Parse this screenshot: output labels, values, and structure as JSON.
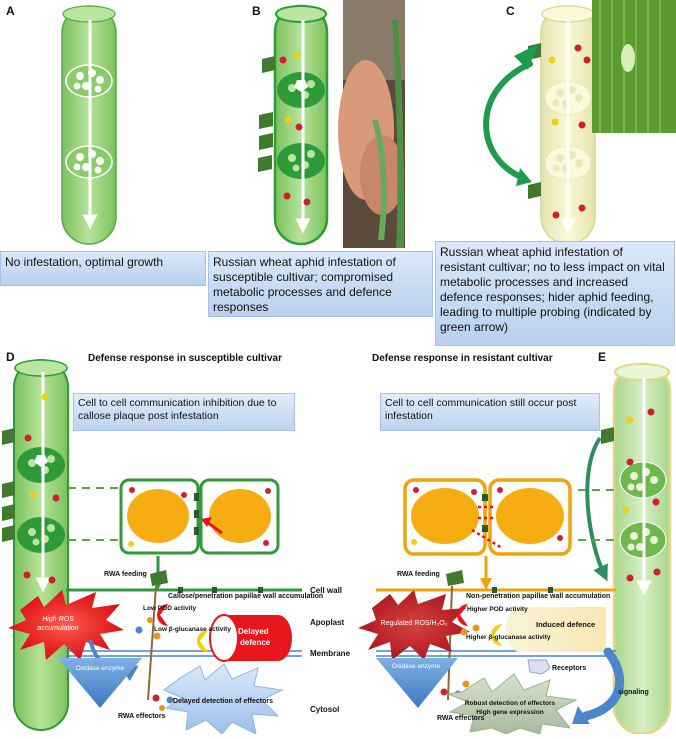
{
  "panels": {
    "A": {
      "letter": "A",
      "caption": "No infestation, optimal growth"
    },
    "B": {
      "letter": "B",
      "caption": "Russian wheat aphid infestation of susceptible cultivar; compromised metabolic processes and defence responses"
    },
    "C": {
      "letter": "C",
      "caption": "Russian wheat aphid infestation of resistant cultivar; no to less impact on vital metabolic processes and increased defence responses; hider aphid feeding, leading to multiple probing (indicated by green arrow)"
    },
    "D": {
      "letter": "D",
      "title": "Defense response in susceptible cultivar",
      "callout": "Cell to cell communication inhibition due to callose plaque post infestation",
      "rwa_feeding": "RWA feeding",
      "wall_label": "Callose/penetration papillae wall accumulation",
      "ros": "High ROS accumulation",
      "pod": "Low POD activity",
      "glucanase": "Low β-glucanase  activity",
      "defence": "Delayed defence",
      "oxidase": "Oxidase enzyme",
      "effectors": "RWA effectors",
      "detection": "Delayed detection of effectors"
    },
    "E": {
      "letter": "E",
      "title": "Defense response in resistant cultivar",
      "callout": "Cell to cell communication still occur post infestation",
      "rwa_feeding": "RWA feeding",
      "wall_label": "Non-penetration papillae wall accumulation",
      "ros": "Regulated ROS/H₂O₂",
      "pod": "Higher POD activity",
      "glucanase": "Higher β-glucanase activity",
      "defence": "Induced defence",
      "oxidase": "Oxidase enzyme",
      "effectors": "RWA effectors",
      "receptors": "Receptors",
      "signaling": "signaling",
      "detection": "Robust detection of effectors High gene expression"
    }
  },
  "layers": {
    "cell_wall": "Cell wall",
    "apoplast": "Apoplast",
    "membrane": "Membrane",
    "cytosol": "Cytosol"
  },
  "colors": {
    "stem_green": "#9fd680",
    "stem_dark": "#2f9a3a",
    "resistant_stem": "#f2efc0",
    "cell_orange": "#f6ad12",
    "caption_blue": "#c9dcf3",
    "ros_red": "#e8151b",
    "defence_red": "#e8151b",
    "membrane_blue": "#4a86c8"
  }
}
